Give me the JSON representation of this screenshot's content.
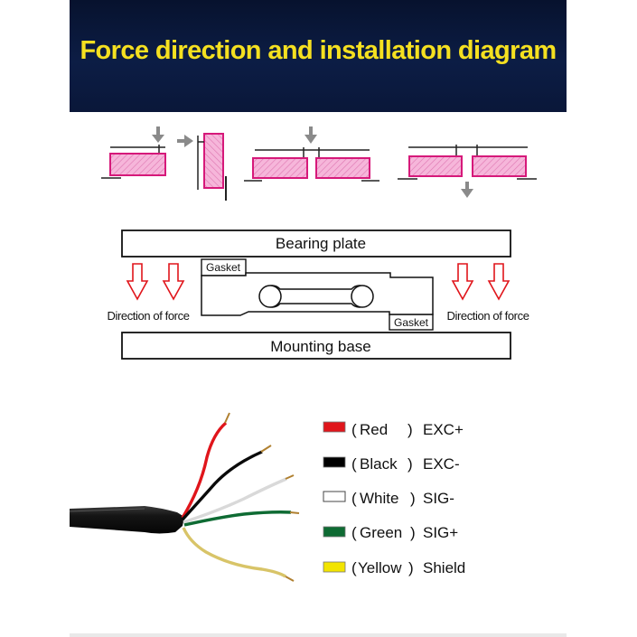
{
  "title": "Force direction and installation diagram",
  "install": {
    "bearing_plate": "Bearing plate",
    "mounting_base": "Mounting base",
    "gasket_top": "Gasket",
    "gasket_bottom": "Gasket",
    "direction_left": "Direction of force",
    "direction_right": "Direction of force"
  },
  "wires": [
    {
      "paren_open": "(",
      "color_name": "Red",
      "paren_close": ")",
      "signal": "EXC+",
      "swatch": "#e0151b"
    },
    {
      "paren_open": "(",
      "color_name": "Black",
      "paren_close": ")",
      "signal": "EXC-",
      "swatch": "#000000"
    },
    {
      "paren_open": "(",
      "color_name": "White",
      "paren_close": ")",
      "signal": "SIG-",
      "swatch": "#ffffff"
    },
    {
      "paren_open": "(",
      "color_name": "Green",
      "paren_close": ")",
      "signal": "SIG+",
      "swatch": "#0e6b33"
    },
    {
      "paren_open": "(",
      "color_name": "Yellow",
      "paren_close": ")",
      "signal": "Shield",
      "swatch": "#f2e400"
    }
  ],
  "colors": {
    "banner": "#0c1d45",
    "title": "#f5e020",
    "sensor_fill": "#f4a6d2",
    "sensor_stroke": "#d6197a",
    "arrow_red": "#e0151b",
    "arrow_gray": "#8a8a8a"
  }
}
